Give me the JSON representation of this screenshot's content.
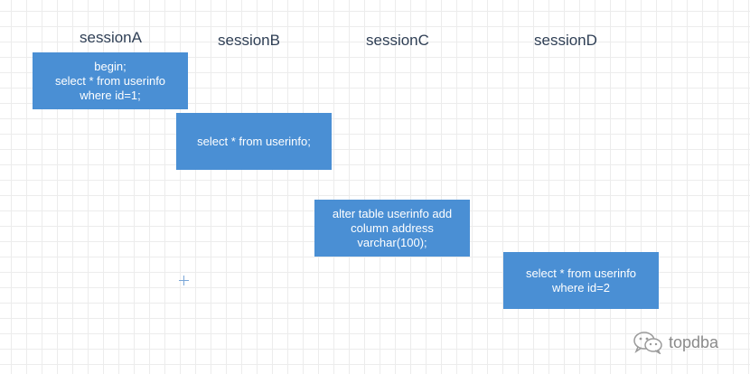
{
  "sessions": [
    {
      "name": "sessionA",
      "lines": [
        "begin;",
        "select * from userinfo",
        "where id=1;"
      ]
    },
    {
      "name": "sessionB",
      "lines": [
        "select * from userinfo;"
      ]
    },
    {
      "name": "sessionC",
      "lines": [
        "alter table userinfo add",
        "column address",
        "varchar(100);"
      ]
    },
    {
      "name": "sessionD",
      "lines": [
        "select * from userinfo",
        "where id=2"
      ]
    }
  ],
  "watermark": {
    "text": "topdba",
    "icon": "wechat-icon"
  },
  "colors": {
    "box": "#4a8fd4",
    "header": "#2f3f55",
    "grid": "#ececec"
  }
}
